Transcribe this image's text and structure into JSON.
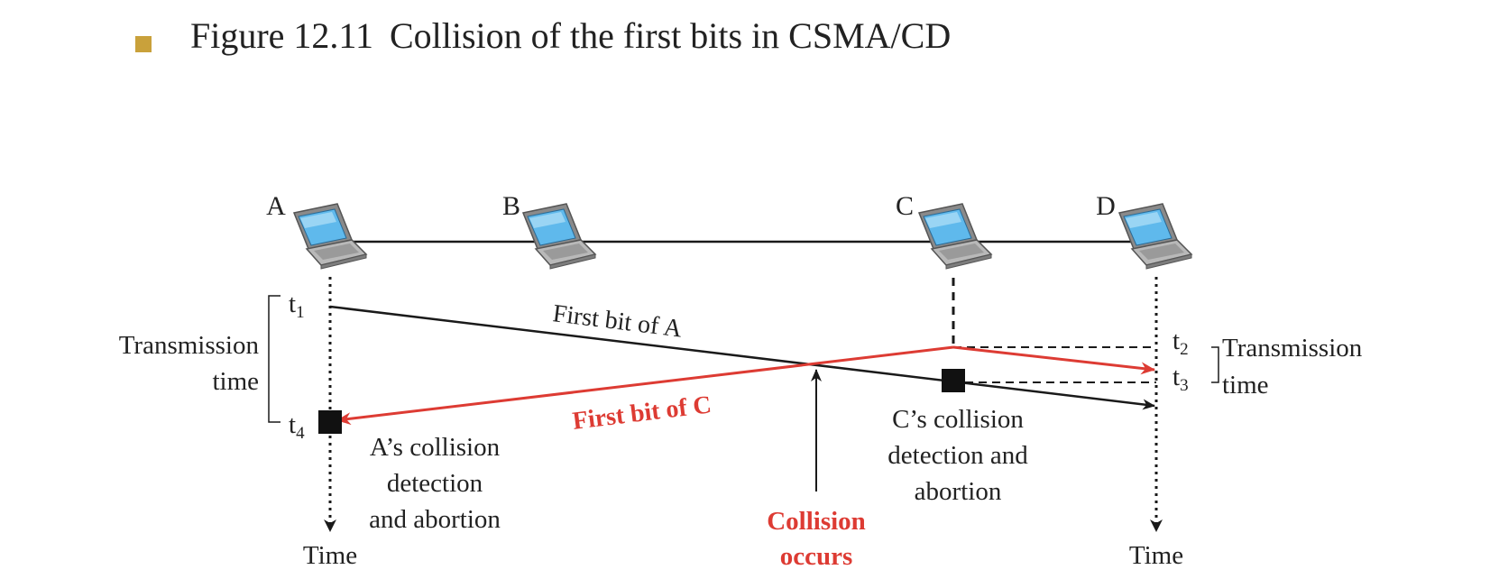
{
  "page": {
    "bullet_color": "#c9a13b",
    "title_number": "Figure 12.11",
    "title_text": "Collision of the first bits in CSMA/CD"
  },
  "diagram": {
    "stations": [
      "A",
      "B",
      "C",
      "D"
    ],
    "station_icon": "laptop-icon",
    "labels": {
      "t1": "t",
      "t1_sub": "1",
      "t2": "t",
      "t2_sub": "2",
      "t3": "t",
      "t3_sub": "3",
      "t4": "t",
      "t4_sub": "4",
      "transmission_left_1": "Transmission",
      "transmission_left_2": "time",
      "transmission_right_1": "Transmission",
      "transmission_right_2": "time",
      "first_bit_a": "First bit of A",
      "first_bit_c": "First bit of C",
      "a_collision_1": "A’s collision",
      "a_collision_2": "detection",
      "a_collision_3": "and abortion",
      "c_collision_1": "C’s collision",
      "c_collision_2": "detection and",
      "c_collision_3": "abortion",
      "collision_1": "Collision",
      "collision_2": "occurs",
      "time_left": "Time",
      "time_right": "Time"
    },
    "colors": {
      "signal_red": "#dd3b33",
      "line_black": "#1a1a1a"
    }
  }
}
